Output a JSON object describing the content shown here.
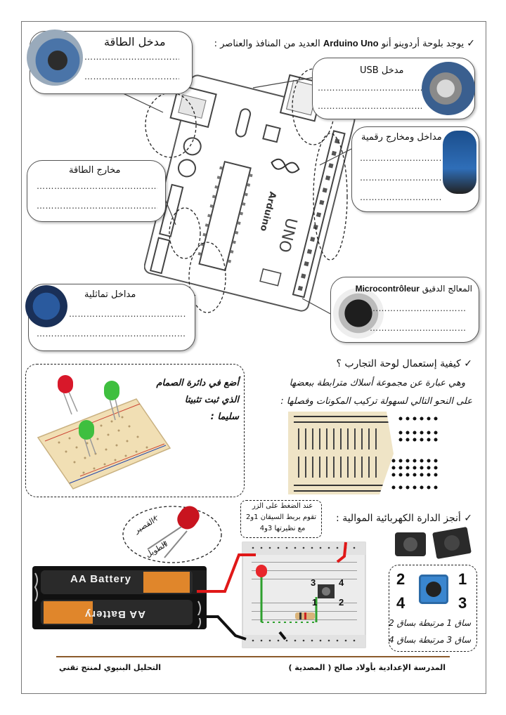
{
  "intro": {
    "prefix": "يوجد بلوحة أردوينو أنو",
    "board_name": "Arduino Uno",
    "suffix": "العديد من المنافذ والعناصر :"
  },
  "callouts": {
    "power_input": {
      "title": "مدخل الطاقة",
      "line1": "……………………………………",
      "line2": "……………………………………"
    },
    "usb_input": {
      "title": "مدخل USB",
      "line1": "……………………………………",
      "line2": "……………………………………"
    },
    "digital_io": {
      "title": "مداخل ومخارج رقمية",
      "line1": "…………………………………",
      "line2": "…………………………………",
      "line3": "…………………………………"
    },
    "power_outputs": {
      "title": "مخارج الطاقة",
      "line1": "……………………………………………",
      "line2": "……………………………………………"
    },
    "analog_inputs": {
      "title": "مداخل تماثلية",
      "line1": "……………………………………………",
      "line2": "……………………………………………"
    },
    "microcontroller": {
      "title": "المعالج الدقيق",
      "title_latin": "Microcontrôleur",
      "line1": "…………………………………",
      "line2": "…………………………………"
    }
  },
  "board": {
    "logo_text": "Arduino",
    "model_text": "UNO"
  },
  "breadboard_section": {
    "title": "كيفية إستعمال لوحة التجارب ؟",
    "line1": "وهي عبارة عن مجموعة أسلاك مترابطة ببعضها",
    "line2": "على النحو التالي لسهولة تركيب المكونات وفصلها :",
    "task_line1": "أضع في دائرة الصمام",
    "task_line2": "الذي ثبت تثبيتا",
    "task_line3": "سليما :"
  },
  "circuit_section": {
    "title": "أنجز الدارة الكهربائية الموالية :",
    "note_line1": "عند الضغط على الزر",
    "note_line2": "تقوم بربط السيقان 1و2",
    "note_line3": "مع نظيرتها 3و4",
    "led_leg_k": "K",
    "led_leg_short": "القصير",
    "led_leg_a": "A",
    "led_leg_long": "الطويل",
    "battery_top": "AA Battery",
    "battery_bottom": "AA Battery",
    "button_pins": [
      "1",
      "2",
      "3",
      "4"
    ],
    "breadboard_pins": [
      "3",
      "4",
      "1",
      "2"
    ],
    "leg_note1": "ساق 1 مرتبطة بساق 2",
    "leg_note2": "ساق 3 مرتبطة بساق 4"
  },
  "footer": {
    "right": "المدرسة الإعدادية بأولاد صالح ( المصدية )",
    "left": "التحليل البنيوي لمنتج تقني"
  },
  "colors": {
    "led_red": "#d8182a",
    "led_green": "#3fbf3f",
    "wire_red": "#e01818",
    "board_outline": "#444444"
  }
}
